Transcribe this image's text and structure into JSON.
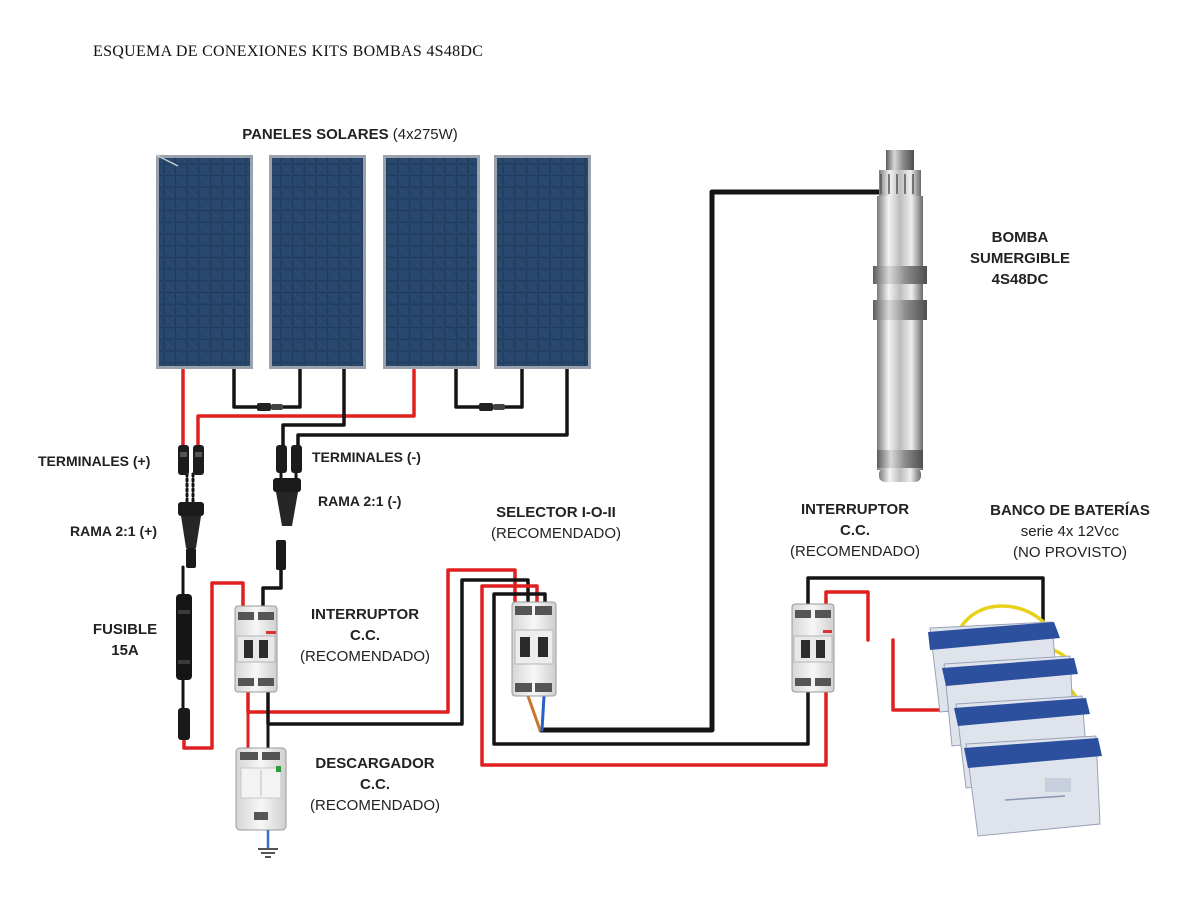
{
  "document_title": "ESQUEMA DE CONEXIONES KITS BOMBAS 4S48DC",
  "labels": {
    "solar_panels": {
      "bold": "PANELES SOLARES",
      "regular": "(4x275W)"
    },
    "pump": [
      "BOMBA",
      "SUMERGIBLE",
      "4S48DC"
    ],
    "terminals_pos": "TERMINALES (+)",
    "terminals_neg": "TERMINALES (-)",
    "branch_pos": "RAMA 2:1 (+)",
    "branch_neg": "RAMA 2:1 (-)",
    "fuse": [
      "FUSIBLE",
      "15A"
    ],
    "breaker_left": [
      "INTERRUPTOR",
      "C.C.",
      "(RECOMENDADO)"
    ],
    "selector": [
      "SELECTOR I-O-II",
      "(RECOMENDADO)"
    ],
    "breaker_right": [
      "INTERRUPTOR",
      "C.C.",
      "(RECOMENDADO)"
    ],
    "battery_bank": [
      "BANCO DE BATERÍAS",
      "serie 4x 12Vcc",
      "(NO PROVISTO)"
    ],
    "surge_arrester": [
      "DESCARGADOR",
      "C.C.",
      "(RECOMENDADO)"
    ]
  },
  "colors": {
    "positive_wire": "#e02020",
    "negative_wire": "#141414",
    "jumper_wire": "#e6d21a",
    "panel_cell": "#1f3a5c",
    "battery_lid": "#2c4f9e",
    "battery_body": "#dfe3ec"
  }
}
